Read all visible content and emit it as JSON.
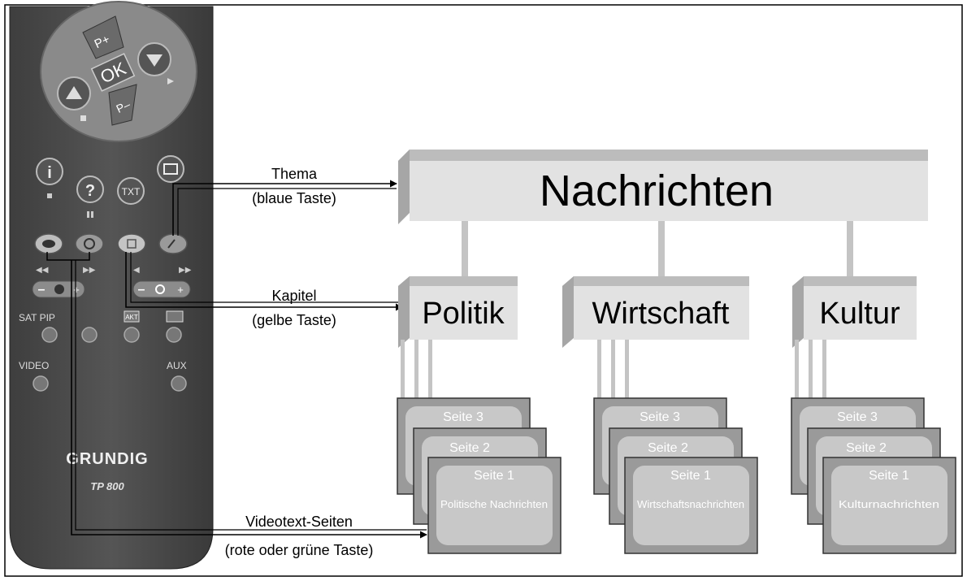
{
  "remote": {
    "buttons": {
      "p_plus": "P+",
      "ok": "OK",
      "p_minus": "P–",
      "info": "i",
      "help": "?",
      "txt": "TXT"
    },
    "labels": {
      "sat_pip": "SAT PIP",
      "akt": "AKT",
      "video": "VIDEO",
      "aux": "AUX",
      "minus_left": "–",
      "plus_left": "+",
      "minus_right": "–",
      "plus_right": "+"
    },
    "brand": "GRUNDIG",
    "model": "TP 800"
  },
  "annotations": {
    "thema_title": "Thema",
    "thema_sub": "(blaue Taste)",
    "kapitel_title": "Kapitel",
    "kapitel_sub": "(gelbe Taste)",
    "videotext_title": "Videotext-Seiten",
    "videotext_sub": "(rote oder grüne Taste)"
  },
  "hierarchy": {
    "top": "Nachrichten",
    "chapters": [
      "Politik",
      "Wirtschaft",
      "Kultur"
    ],
    "page_labels": [
      "Seite 3",
      "Seite 2",
      "Seite 1"
    ],
    "page_captions": [
      "Politische Nachrichten",
      "Wirtschaftsnachrichten",
      "Kulturnachrichten"
    ]
  }
}
